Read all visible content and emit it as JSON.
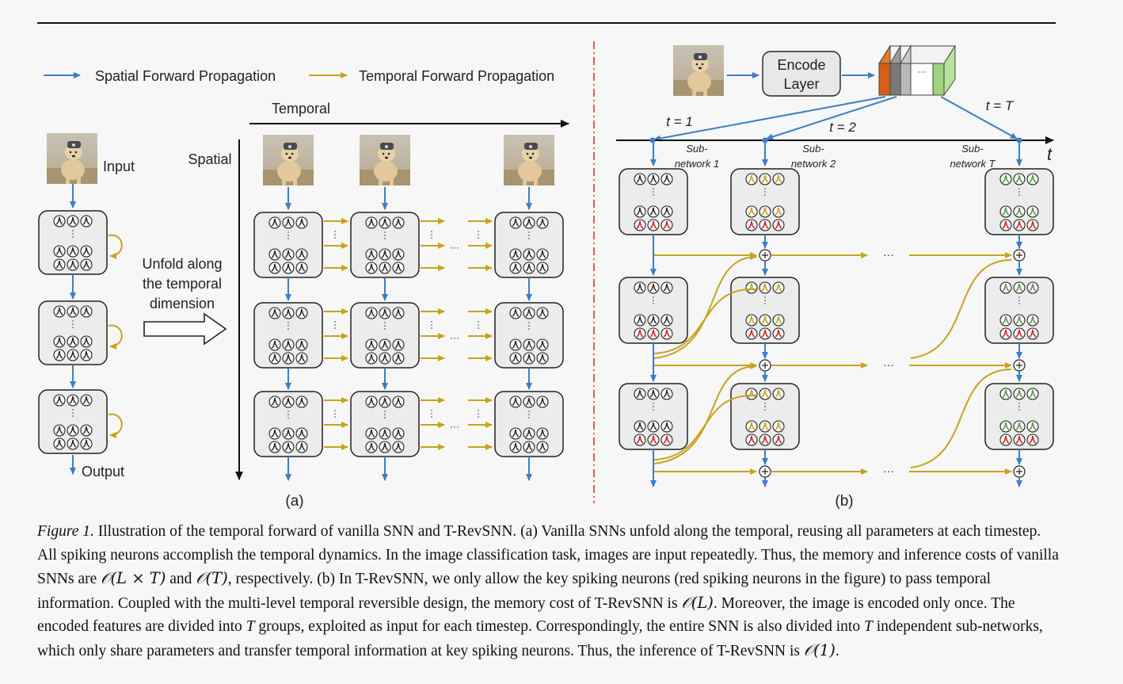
{
  "legend": {
    "spatial": "Spatial Forward Propagation",
    "temporal": "Temporal Forward Propagation"
  },
  "panel_a": {
    "input_label": "Input",
    "output_label": "Output",
    "unfold_line1": "Unfold along",
    "unfold_line2": "the temporal",
    "unfold_line3": "dimension",
    "temporal_axis": "Temporal",
    "spatial_axis": "Spatial",
    "ellipsis": "···",
    "label": "(a)"
  },
  "panel_b": {
    "encode_line1": "Encode",
    "encode_line2": "Layer",
    "cube_dots": "···",
    "t1": "t = 1",
    "t2": "t = 2",
    "tT": "t = T",
    "axis_t": "t",
    "sub1_line1": "Sub-",
    "sub1_line2": "network 1",
    "sub2_line1": "Sub-",
    "sub2_line2": "network 2",
    "subT_line1": "Sub-",
    "subT_line2": "network T",
    "ellipsis": "···",
    "label": "(b)"
  },
  "caption": {
    "lead": "Figure 1.",
    "s1": " Illustration of the temporal forward of vanilla SNN and T-RevSNN. (a) Vanilla SNNs unfold along the temporal, reusing all parameters at each timestep. All spiking neurons accomplish the temporal dynamics. In the image classification task, images are input repeatedly. Thus, the memory and inference costs of vanilla SNNs are ",
    "o_lt": "𝒪(L × T)",
    "s2": " and ",
    "o_t": "𝒪(T)",
    "s3": ", respectively. (b) In T-RevSNN, we only allow the key spiking neurons (red spiking neurons in the figure) to pass temporal information. Coupled with the multi-level temporal reversible design, the memory cost of T-RevSNN is ",
    "o_l": "𝒪(L)",
    "s4": ". Moreover, the image is encoded only once. The encoded features are divided into ",
    "t_a": "T",
    "s5": " groups, exploited as input for each timestep. Correspondingly, the entire SNN is also divided into ",
    "t_b": "T",
    "s6": " independent sub-networks, which only share parameters and transfer temporal information at key spiking neurons. Thus, the inference of T-RevSNN is ",
    "o_1": "𝒪(1)",
    "s7": "."
  },
  "colors": {
    "spatial_blue": "#3b7fc4",
    "temporal_gold": "#c9a21c",
    "key_red": "#d8232a",
    "sub2_gold": "#c9a21c",
    "subT_green": "#5a9a4a",
    "divider_red": "#d33a2c"
  }
}
